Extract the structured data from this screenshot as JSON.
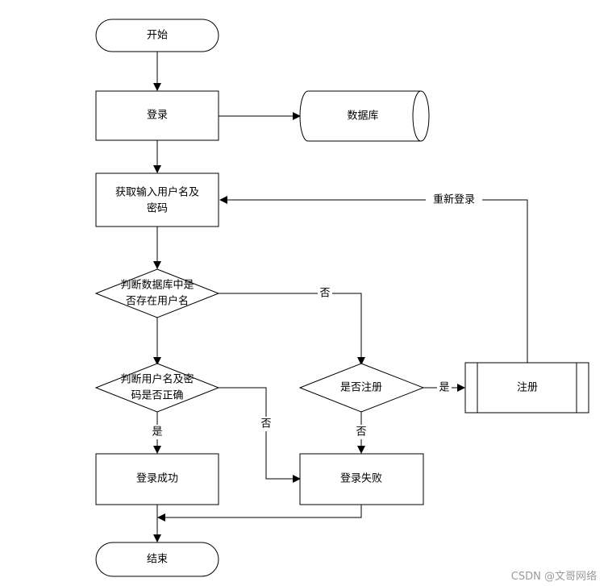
{
  "nodes": {
    "start": "开始",
    "login": "登录",
    "database": "数据库",
    "get_input_line1": "获取输入用户名及",
    "get_input_line2": "密码",
    "check_exists_line1": "判断数据库中是",
    "check_exists_line2": "否存在用户名",
    "check_password_line1": "判断用户名及密",
    "check_password_line2": "码是否正确",
    "register_question": "是否注册",
    "register": "注册",
    "login_success": "登录成功",
    "login_fail": "登录失败",
    "end": "结束"
  },
  "edges": {
    "relogin": "重新登录",
    "no_exists": "否",
    "no_password": "否",
    "yes_password": "是",
    "yes_register": "是",
    "no_register": "否"
  },
  "watermark": "CSDN @文哥网络"
}
